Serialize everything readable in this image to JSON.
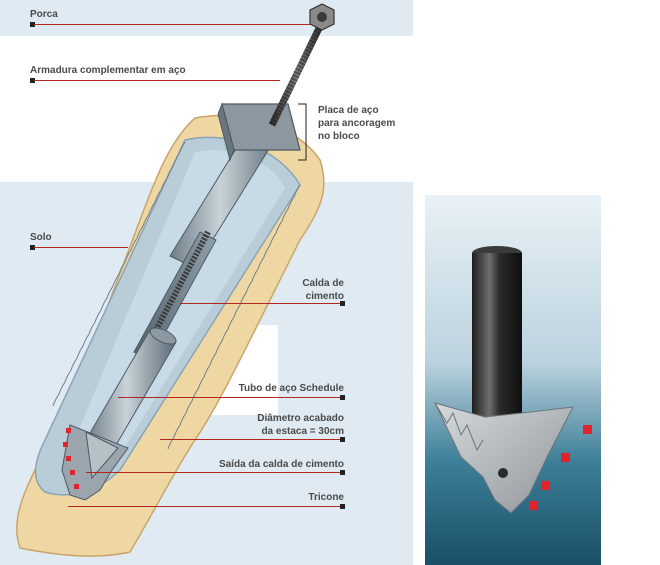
{
  "labels": {
    "porca": "Porca",
    "armadura": "Armadura complementar em aço",
    "placa_line1": "Placa de aço",
    "placa_line2": "para ancoragem",
    "placa_line3": "no bloco",
    "solo": "Solo",
    "calda_line1": "Calda de",
    "calda_line2": "cimento",
    "tubo": "Tubo de aço Schedule",
    "diametro_line1": "Diâmetro acabado",
    "diametro_line2": "da estaca = 30cm",
    "saida": "Saída da calda de cimento",
    "tricone": "Tricone"
  },
  "colors": {
    "panel_bg": "#dfeaf3",
    "soil": "#efd7a4",
    "soil_edge": "#c9a56a",
    "grout": "#b9cdd9",
    "pipe": "#98a6b0",
    "leader": "#b3271d",
    "teeth": "#e2232b"
  }
}
